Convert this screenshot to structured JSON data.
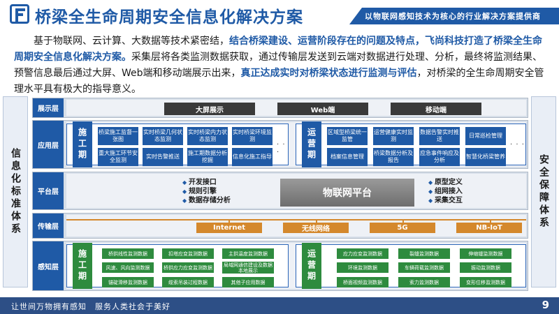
{
  "header": {
    "title": "桥梁全生命周期安全信息化解决方案",
    "tagline": "以物联网感知技术为核心的行业解决方案提供商"
  },
  "intro": {
    "p1": "基于物联网、云计算、大数据等技术紧密结，",
    "h1": "结合桥梁建设、运营阶段存在的问题及特点，飞尚科技打造了桥梁全生命周期安全信息化解决方案。",
    "p2": "采集层将各类监测数据获取，通过传输层发送到云端对数据进行处理、分析，最终将监测结果、预警信息最后通过大屏、Web端和移动端展示出来，",
    "h2": "真正达成实时对桥梁状态进行监测与评估",
    "p3": "，对桥梁的全生命周期安全管理水平具有极大的指导意义。"
  },
  "diagram": {
    "left_label": "信息化标准体系",
    "right_label": "安全保障体系",
    "layers": {
      "display": {
        "label": "展示层",
        "items": [
          "大屏展示",
          "Web端",
          "移动端"
        ]
      },
      "application": {
        "label": "应用层",
        "construction": {
          "title": "施工期",
          "cards": [
            "桥梁施工监督一张图",
            "实时桥梁几何状态监测",
            "实时桥梁内力状态监测",
            "实时桥梁环境监测",
            "重大施工环节安全监测",
            "实时告警推送",
            "施工期数据分析挖掘",
            "信息化施工指导"
          ]
        },
        "operation": {
          "title": "运营期",
          "cards": [
            "区域型桥梁统一监管",
            "运营健康实时监测",
            "数据告警实时推送",
            "日常巡检管理",
            "档案信息管理",
            "桥梁数据分析及报告",
            "应急事件响应及分析",
            "智慧化桥梁管养"
          ]
        },
        "more": "· · ·"
      },
      "platform": {
        "label": "平台层",
        "center": "物联网平台",
        "left_items": [
          "开发接口",
          "规则引擎",
          "数据存储分析"
        ],
        "right_items": [
          "原型定义",
          "组网接入",
          "采集交互"
        ]
      },
      "transport": {
        "label": "传输层",
        "items": [
          "Internet",
          "无线网络",
          "5G",
          "NB-IoT"
        ]
      },
      "perception": {
        "label": "感知层",
        "construction": {
          "title": "施工期",
          "cards": [
            "桥拱线性监测数据",
            "扣塔应变监测数据",
            "主拱温度监测数据",
            "风速、风向监测数据",
            "桥拱应力应变监测数据",
            "局域网通信建设及数据本地展示",
            "锚碇滑移监测数据",
            "缆索吊装过程数据",
            "其他子应用数据"
          ]
        },
        "operation": {
          "title": "运营期",
          "cards": [
            "应力应变监测数据",
            "裂缝监测数据",
            "伸缩缝监测数据",
            "环境监测数据",
            "车辆荷载监测数据",
            "振动监测数据",
            "桥面视频监测数据",
            "索力监测数据",
            "变形位移监测数据"
          ]
        }
      }
    }
  },
  "footer": {
    "slogan": "让世间万物拥有感知　服务人类社会于美好",
    "page": "9"
  }
}
